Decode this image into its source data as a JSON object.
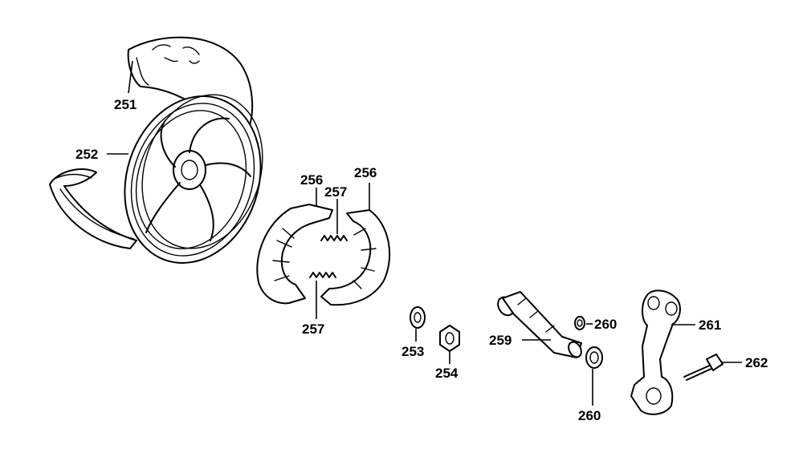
{
  "diagram": {
    "parts": [
      {
        "id": "tire",
        "number": "251"
      },
      {
        "id": "wheel-rim",
        "number": "252"
      },
      {
        "id": "washer",
        "number": "253"
      },
      {
        "id": "nut",
        "number": "254"
      },
      {
        "id": "brake-shoe-left",
        "number": "256"
      },
      {
        "id": "brake-shoe-right",
        "number": "256"
      },
      {
        "id": "spring-upper",
        "number": "257"
      },
      {
        "id": "spring-lower",
        "number": "257"
      },
      {
        "id": "cam-shaft",
        "number": "259"
      },
      {
        "id": "seal-upper",
        "number": "260"
      },
      {
        "id": "seal-lower",
        "number": "260"
      },
      {
        "id": "brake-arm",
        "number": "261"
      },
      {
        "id": "bolt",
        "number": "262"
      }
    ]
  }
}
